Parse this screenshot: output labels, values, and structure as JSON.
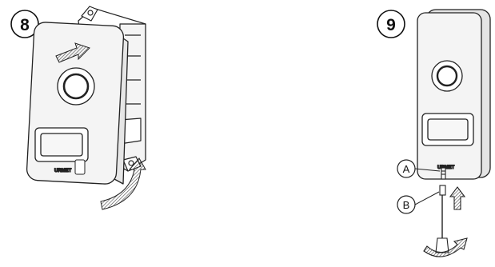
{
  "steps": [
    {
      "number": "8"
    },
    {
      "number": "9"
    }
  ],
  "brand_text": "URMET",
  "parts": [
    {
      "label": "A"
    },
    {
      "label": "B"
    }
  ]
}
